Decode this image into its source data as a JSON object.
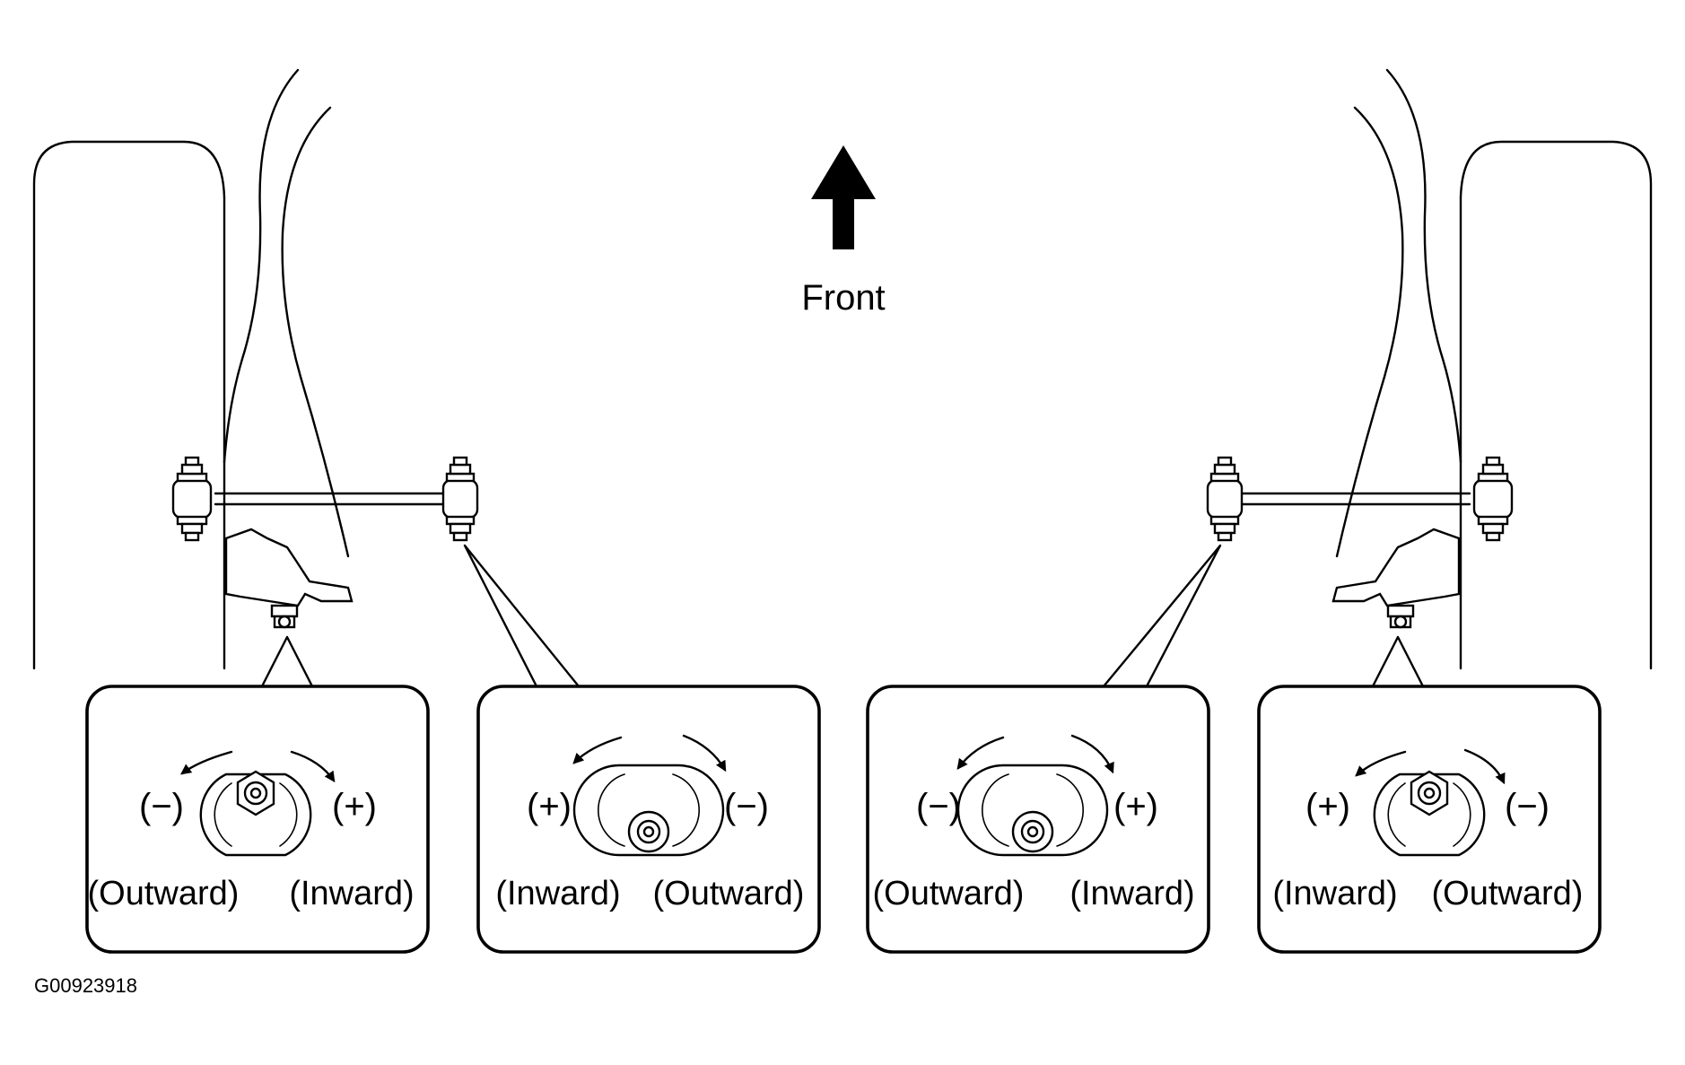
{
  "front_label": "Front",
  "figure_code": "G00923918",
  "panels": [
    {
      "left_sign": "(−)",
      "right_sign": "(+)",
      "left_direction": "(Outward)",
      "right_direction": "(Inward)"
    },
    {
      "left_sign": "(+)",
      "right_sign": "(−)",
      "left_direction": "(Inward)",
      "right_direction": "(Outward)"
    },
    {
      "left_sign": "(−)",
      "right_sign": "(+)",
      "left_direction": "(Outward)",
      "right_direction": "(Inward)"
    },
    {
      "left_sign": "(+)",
      "right_sign": "(−)",
      "left_direction": "(Inward)",
      "right_direction": "(Outward)"
    }
  ],
  "colors": {
    "line": "#000000",
    "background": "#ffffff"
  }
}
